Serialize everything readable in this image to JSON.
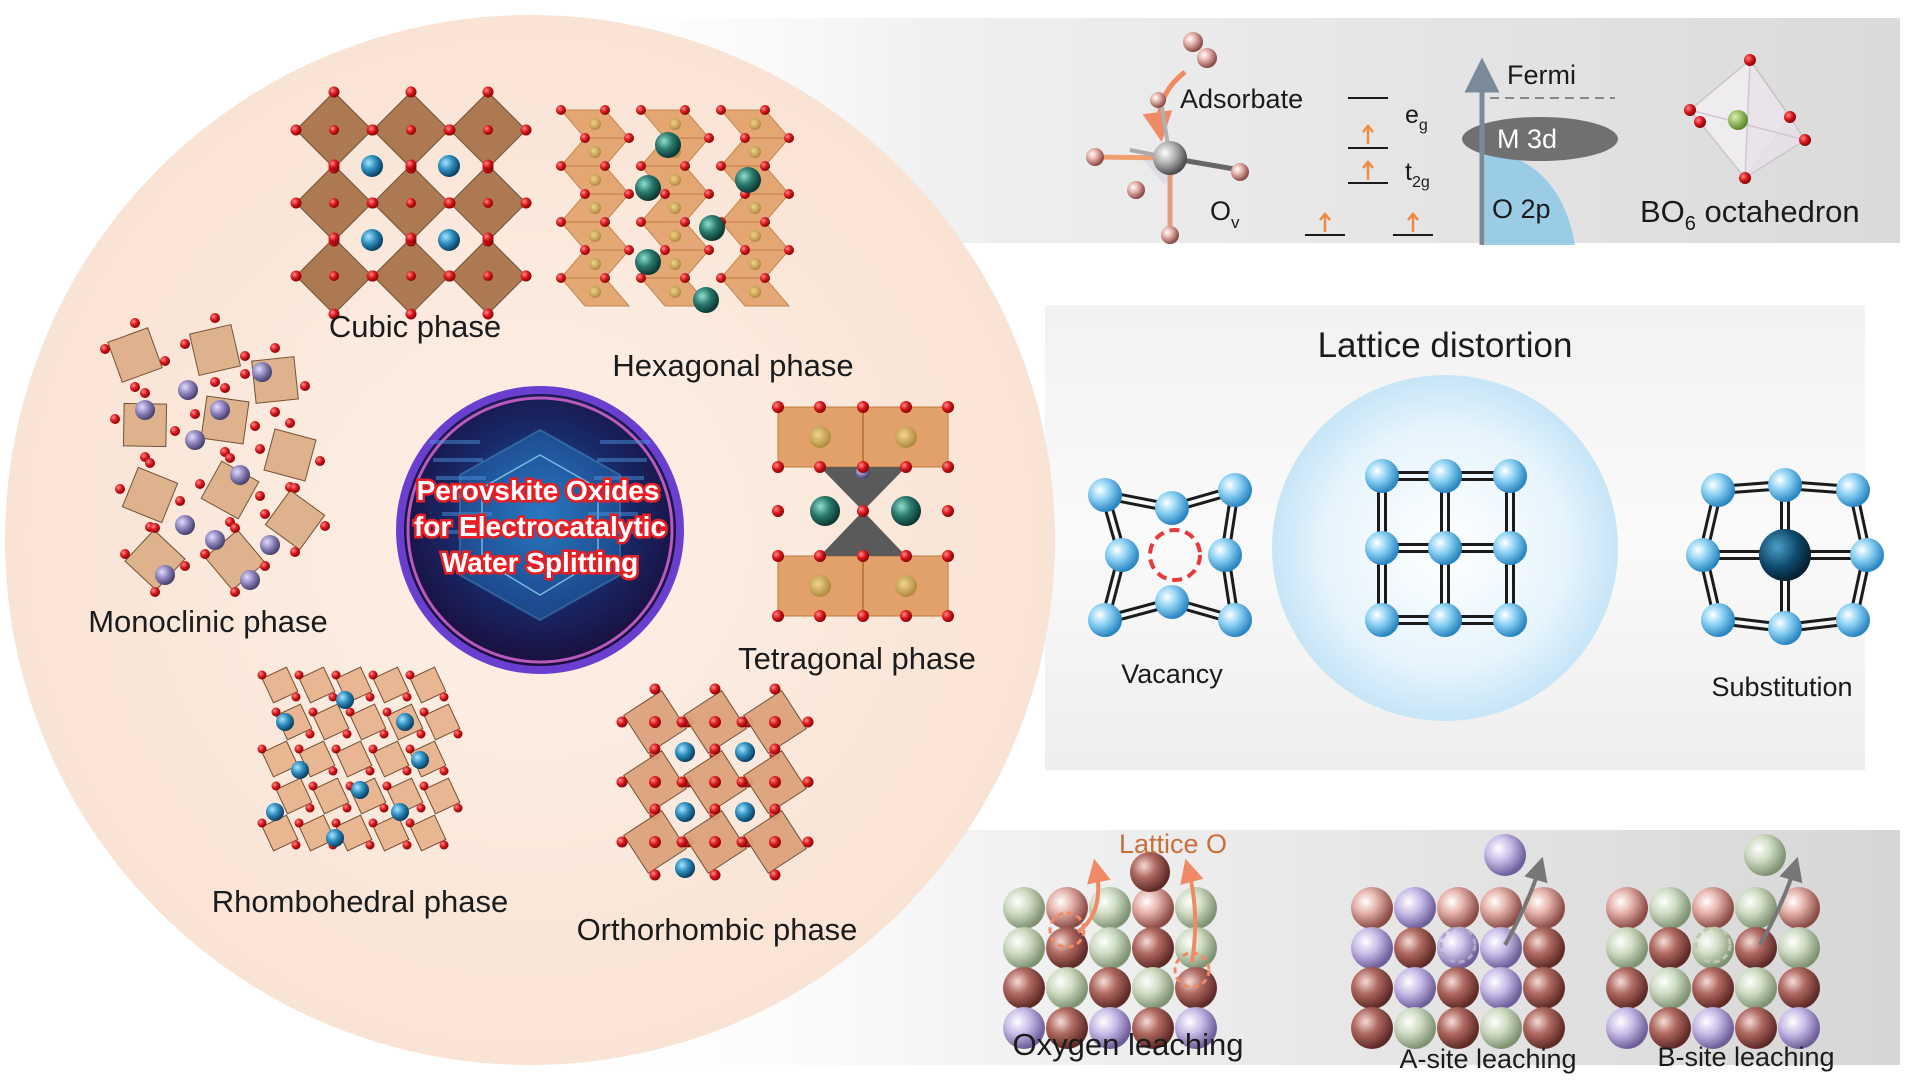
{
  "phases": {
    "cubic": "Cubic phase",
    "hexagonal": "Hexagonal phase",
    "monoclinic": "Monoclinic phase",
    "tetragonal": "Tetragonal phase",
    "rhombohedral": "Rhombohedral phase",
    "orthorhombic": "Orthorhombic phase"
  },
  "center_title": [
    "Perovskite Oxides",
    "for Electrocatalytic",
    "Water Splitting"
  ],
  "electronic": {
    "adsorbate": "Adsorbate",
    "ov_main": "O",
    "ov_sub": "v",
    "eg_main": "e",
    "eg_sub": "g",
    "t2g_main": "t",
    "t2g_sub": "2g",
    "fermi": "Fermi",
    "m3d": "M 3d",
    "o2p": "O 2p",
    "bo6_pre": "BO",
    "bo6_sub": "6",
    "bo6_post": " octahedron"
  },
  "lattice": {
    "title": "Lattice distortion",
    "vacancy": "Vacancy",
    "substitution": "Substitution"
  },
  "leaching": {
    "lattice_o": "Lattice O",
    "oxygen": "Oxygen leaching",
    "a_site": "A-site leaching",
    "b_site": "B-site leaching"
  },
  "colors": {
    "circle_bg": "#fbe9dd",
    "octahedron": "#a8744c",
    "octa_light": "#e2a16a",
    "oxygen_atom": "#d8161a",
    "blue_atom": "#2f8fbf",
    "purple_atom": "#7a6fa8",
    "lattice_blue": "#7cc8ee",
    "lattice_o_text": "#c8703a",
    "title_red": "#e81e25"
  }
}
